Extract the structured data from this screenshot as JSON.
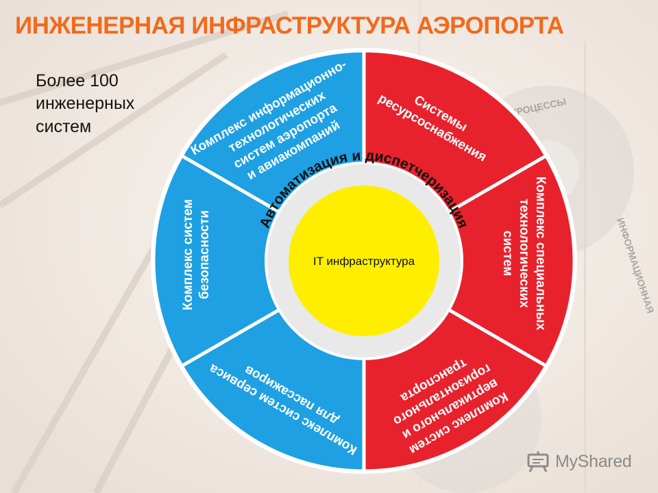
{
  "title": "ИНЖЕНЕРНАЯ ИНФРАСТРУКТУРА АЭРОПОРТА",
  "subtitle": [
    "Более 100",
    "инженерных",
    "систем"
  ],
  "center_label": "IT инфраструктура",
  "ring_label": "Автоматизация и диспетчеризация",
  "segments": [
    {
      "id": "it-complex",
      "lines": [
        "Комплекс информационно-",
        "технологических",
        "систем аэропорта",
        "и авиакомпаний"
      ],
      "color": "#1ea0e3"
    },
    {
      "id": "resource",
      "lines": [
        "Системы",
        "ресурсоснабжения"
      ],
      "color": "#e8222d"
    },
    {
      "id": "special-tech",
      "lines": [
        "Комплекс специальных",
        "технологических",
        "систем"
      ],
      "color": "#e8222d"
    },
    {
      "id": "transport",
      "lines": [
        "Комплекс систем",
        "вертикального и",
        "горизонтального",
        "транспорта"
      ],
      "color": "#e8222d"
    },
    {
      "id": "passenger",
      "lines": [
        "Комплекс систем сервиса",
        "для пассажиров"
      ],
      "color": "#1ea0e3"
    },
    {
      "id": "security",
      "lines": [
        "Комплекс систем",
        "безопасности"
      ],
      "color": "#1ea0e3"
    }
  ],
  "background_words": [
    "ПРОЦЕССЫ",
    "ИНФОРМАЦИОННАЯ"
  ],
  "logo": {
    "text": "MyShared",
    "icon": "presentation-board-icon"
  },
  "colors": {
    "title": "#f26a1b",
    "blue": "#1ea0e3",
    "red": "#e8222d",
    "core": "#ffee00",
    "ring": "#e9e9e9"
  }
}
